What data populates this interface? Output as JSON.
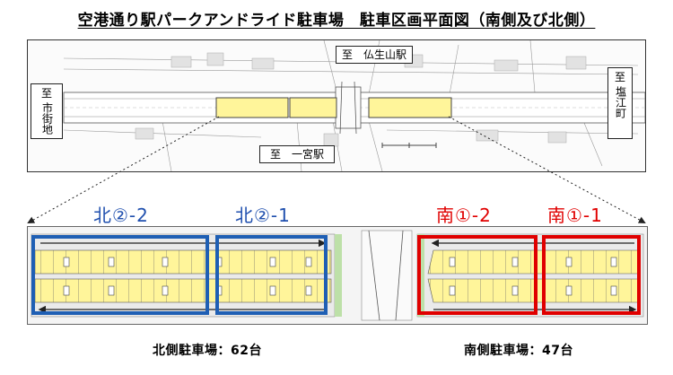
{
  "title": "空港通り駅パークアンドライド駐車場　駐車区画平面図（南側及び北側）",
  "overview": {
    "to_butsushoyama": "至　仏生山駅",
    "to_ichinomiya": "至　一宮駅",
    "to_shigaichi": [
      "至",
      "市街地"
    ],
    "to_shionoecho": [
      "至",
      "塩江町"
    ]
  },
  "zones": {
    "north_2_2": "北②-2",
    "north_2_1": "北②-1",
    "south_1_2": "南①-2",
    "south_1_1": "南①-1"
  },
  "counts": {
    "north": "北側駐車場：62台",
    "south": "南側駐車場：47台"
  },
  "colors": {
    "parking_fill": "#fff59a",
    "north_frame": "#1f5fb4",
    "south_frame": "#e00000"
  }
}
